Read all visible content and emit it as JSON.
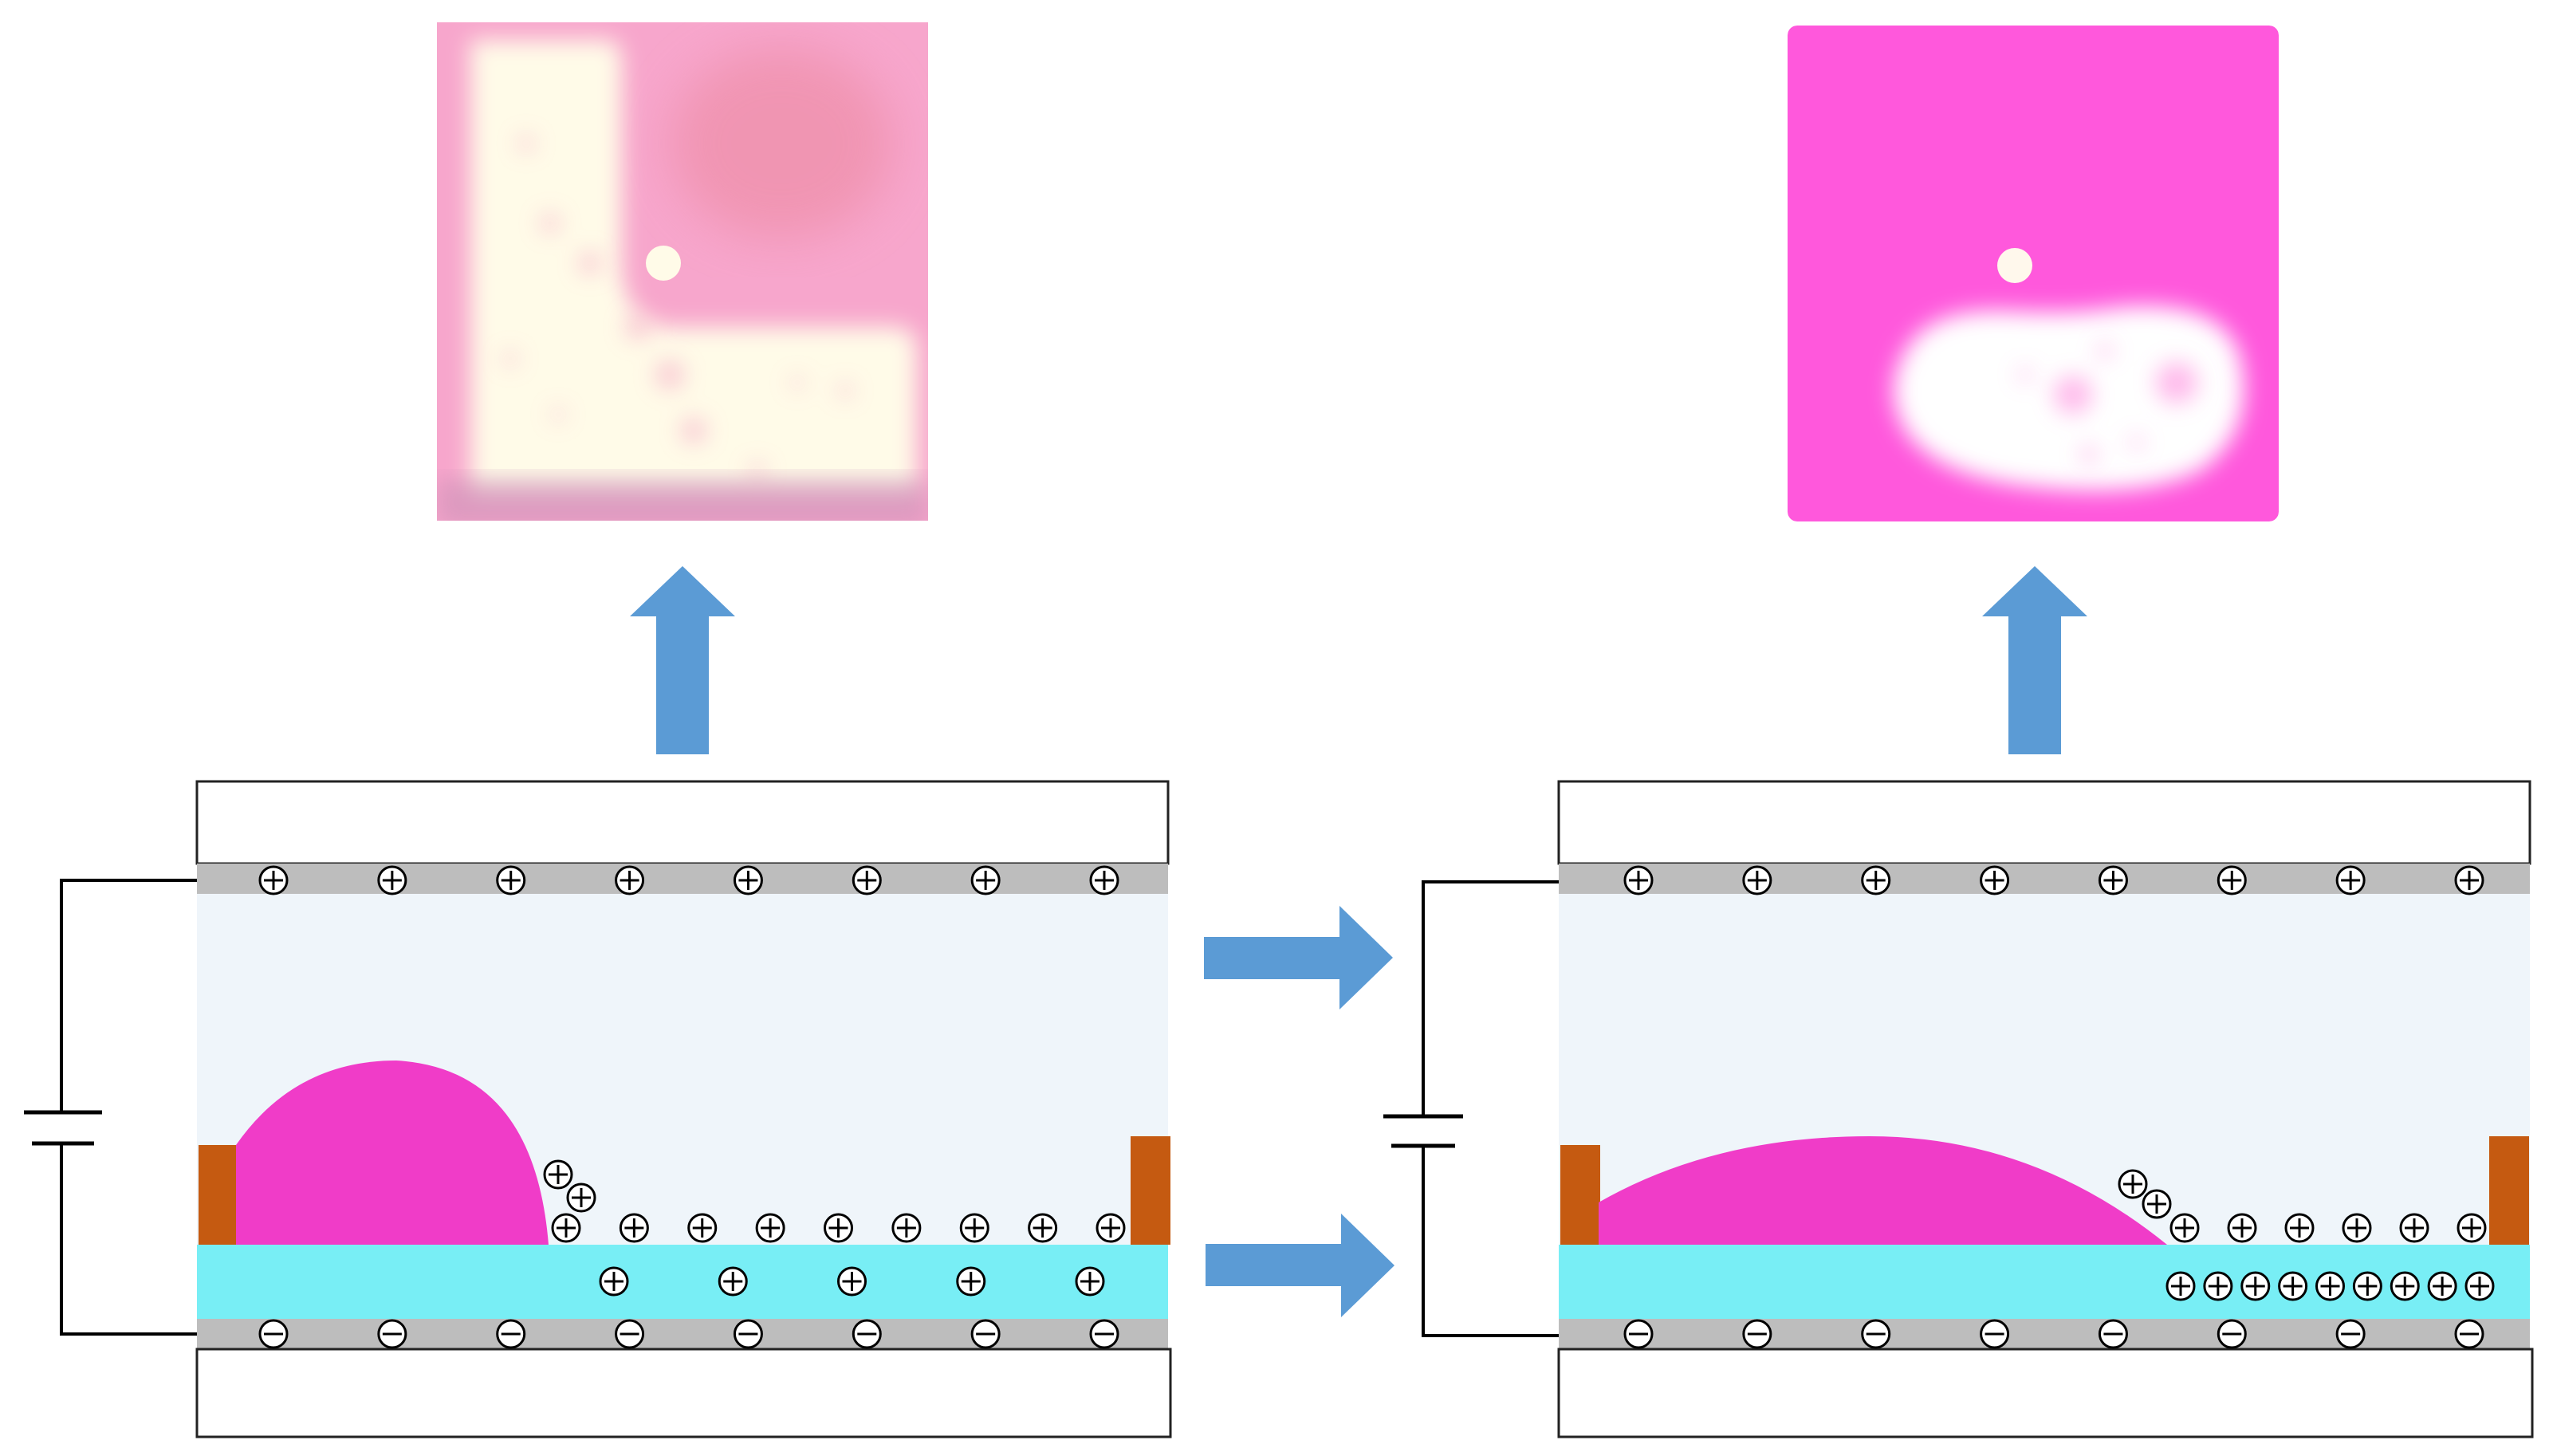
{
  "colors": {
    "arrow": "#5b9bd5",
    "droplet": "#f03cc8",
    "dielectric": "#78eef5",
    "electrode": "#bdbdbd",
    "liquid": "#eff5fa",
    "spacer": "#c55a11",
    "wire": "#000000",
    "photo_left_background": "#f7a6cc",
    "photo_left_light": "#fffbe8",
    "photo_right_background": "#ff58dc",
    "photo_right_light": "#ffffff"
  },
  "charges": {
    "positive_symbol": "⊕",
    "negative_symbol": "⊖"
  },
  "panels": [
    {
      "state": "left",
      "top_electrode_positive": 8,
      "bottom_electrode_negative": 8,
      "surface_positive": 9,
      "contact_line_positive": 2,
      "dielectric_positive": 5,
      "droplet_shape": "contact-angle-high"
    },
    {
      "state": "right",
      "top_electrode_positive": 8,
      "bottom_electrode_negative": 8,
      "surface_positive": 6,
      "contact_line_positive": 2,
      "dielectric_positive": 9,
      "droplet_shape": "contact-angle-low"
    }
  ]
}
